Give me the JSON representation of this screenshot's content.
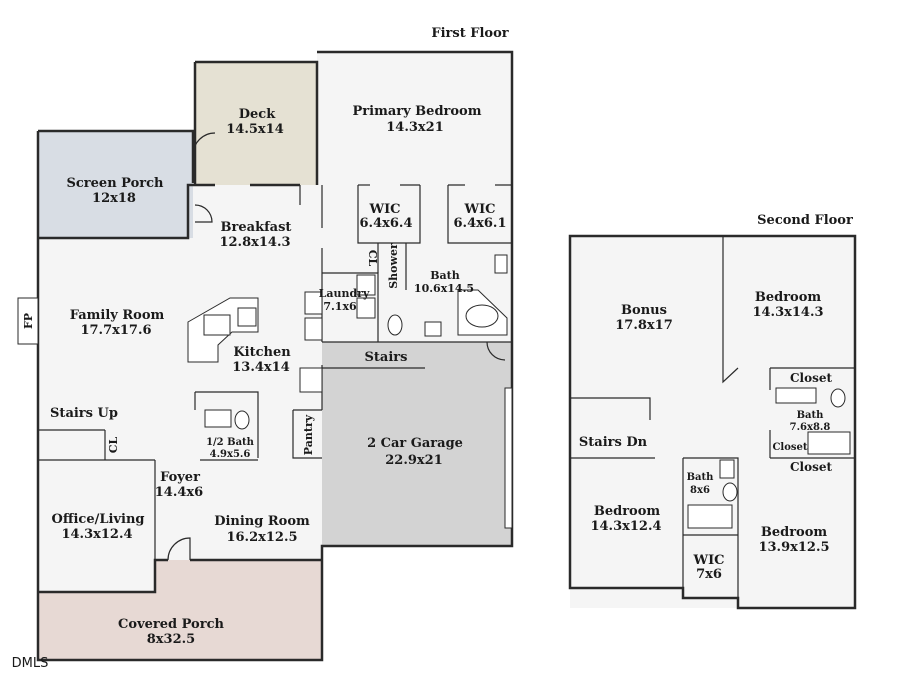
{
  "floor_titles": {
    "first": "First Floor",
    "second": "Second Floor"
  },
  "watermark": "DMLS",
  "colors": {
    "floor": "#f5f5f5",
    "deck": "#e5e1d3",
    "screen_porch": "#d8dde4",
    "garage": "#d3d3d3",
    "covered_porch": "#e7d9d4"
  },
  "first_floor": {
    "deck": {
      "name": "Deck",
      "dim": "14.5x14"
    },
    "screen_porch": {
      "name": "Screen Porch",
      "dim": "12x18"
    },
    "primary_bedroom": {
      "name": "Primary Bedroom",
      "dim": "14.3x21"
    },
    "wic_left": {
      "name": "WIC",
      "dim": "6.4x6.4"
    },
    "wic_right": {
      "name": "WIC",
      "dim": "6.4x6.1"
    },
    "breakfast": {
      "name": "Breakfast",
      "dim": "12.8x14.3"
    },
    "cl_upper": "CL",
    "shower": "Shower",
    "bath": {
      "name": "Bath",
      "dim": "10.6x14.5"
    },
    "laundry": {
      "name": "Laundry",
      "dim": "7.1x6"
    },
    "fp": "FP",
    "family_room": {
      "name": "Family Room",
      "dim": "17.7x17.6"
    },
    "kitchen": {
      "name": "Kitchen",
      "dim": "13.4x14"
    },
    "stairs": "Stairs",
    "stairs_up": "Stairs Up",
    "cl_lower": "CL",
    "half_bath": {
      "name": "1/2 Bath",
      "dim": "4.9x5.6"
    },
    "pantry": "Pantry",
    "garage": {
      "name": "2 Car Garage",
      "dim": "22.9x21"
    },
    "foyer": {
      "name": "Foyer",
      "dim": "14.4x6"
    },
    "office": {
      "name": "Office/Living",
      "dim": "14.3x12.4"
    },
    "dining": {
      "name": "Dining Room",
      "dim": "16.2x12.5"
    },
    "covered_porch": {
      "name": "Covered Porch",
      "dim": "8x32.5"
    }
  },
  "second_floor": {
    "bonus": {
      "name": "Bonus",
      "dim": "17.8x17"
    },
    "bedroom_ne": {
      "name": "Bedroom",
      "dim": "14.3x14.3"
    },
    "closet_top": "Closet",
    "bath_right": {
      "name": "Bath",
      "dim": "7.6x8.8"
    },
    "closet_small": "Closet",
    "closet_bottom": "Closet",
    "stairs_dn": "Stairs Dn",
    "bath_center": {
      "name": "Bath",
      "dim": "8x6"
    },
    "bedroom_sw": {
      "name": "Bedroom",
      "dim": "14.3x12.4"
    },
    "wic": {
      "name": "WIC",
      "dim": "7x6"
    },
    "bedroom_se": {
      "name": "Bedroom",
      "dim": "13.9x12.5"
    }
  }
}
